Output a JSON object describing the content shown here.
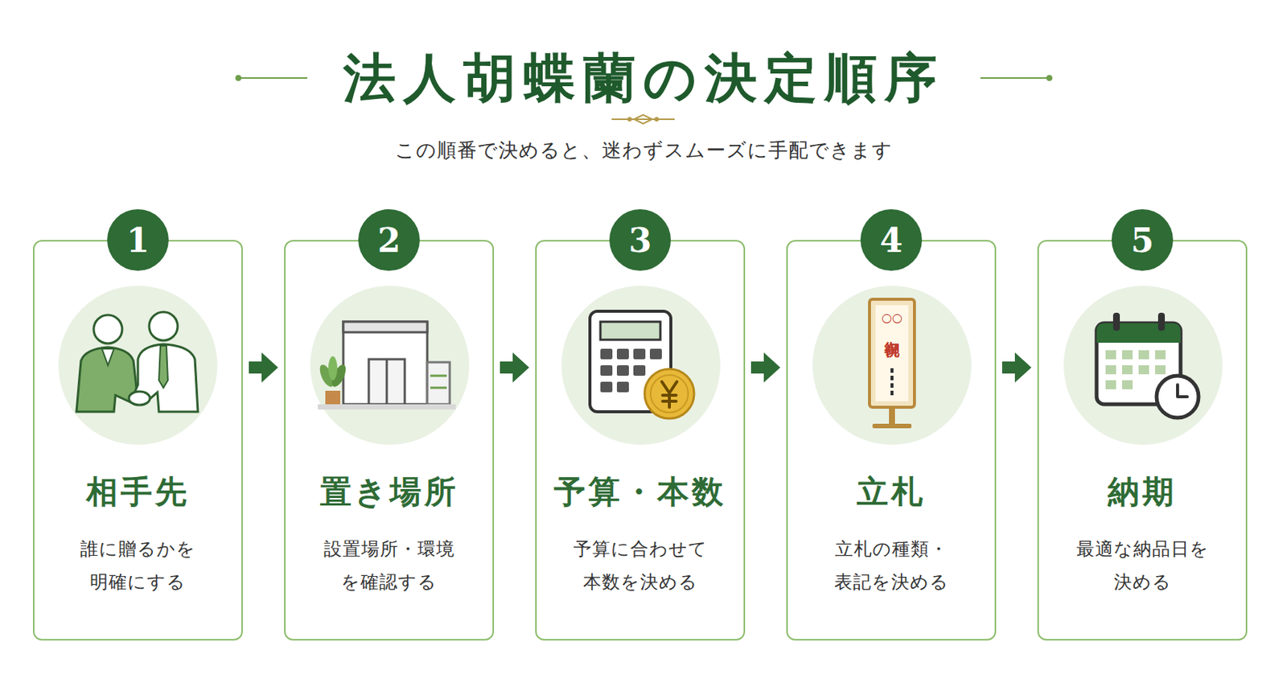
{
  "diagram": {
    "title": "法人胡蝶蘭の決定順序",
    "caption": "この順番で決めると、迷わずスムーズに手配できます",
    "nodes": [
      {
        "text": [
          "相手先",
          "誰に贈るかを 明確にする"
        ]
      },
      {
        "text": [
          "1"
        ],
        "in": 0
      },
      {
        "text": [
          "置き場所",
          "設置場所・環境 を確認する"
        ]
      },
      {
        "text": [
          "2"
        ],
        "in": 2
      },
      {
        "text": [
          "予算・本数",
          "予算に合わせて 本数を決める"
        ]
      },
      {
        "text": [
          "3"
        ],
        "in": 4
      },
      {
        "text": [
          "立札",
          "立札の種類・ 表記を決める"
        ]
      },
      {
        "text": [
          "4"
        ],
        "in": 6
      },
      {
        "text": [
          "納期",
          "最適な納品日を 決める"
        ]
      },
      {
        "text": [
          "5"
        ],
        "in": 8
      }
    ],
    "edges": [
      {
        "from": 0,
        "to": 2,
        "arrow": "to"
      },
      {
        "from": 2,
        "to": 4,
        "arrow": "to"
      },
      {
        "from": 4,
        "to": 6,
        "arrow": "to"
      },
      {
        "from": 6,
        "to": 8,
        "arrow": "to"
      }
    ],
    "labels": [
      "○○",
      "御祝"
    ]
  }
}
